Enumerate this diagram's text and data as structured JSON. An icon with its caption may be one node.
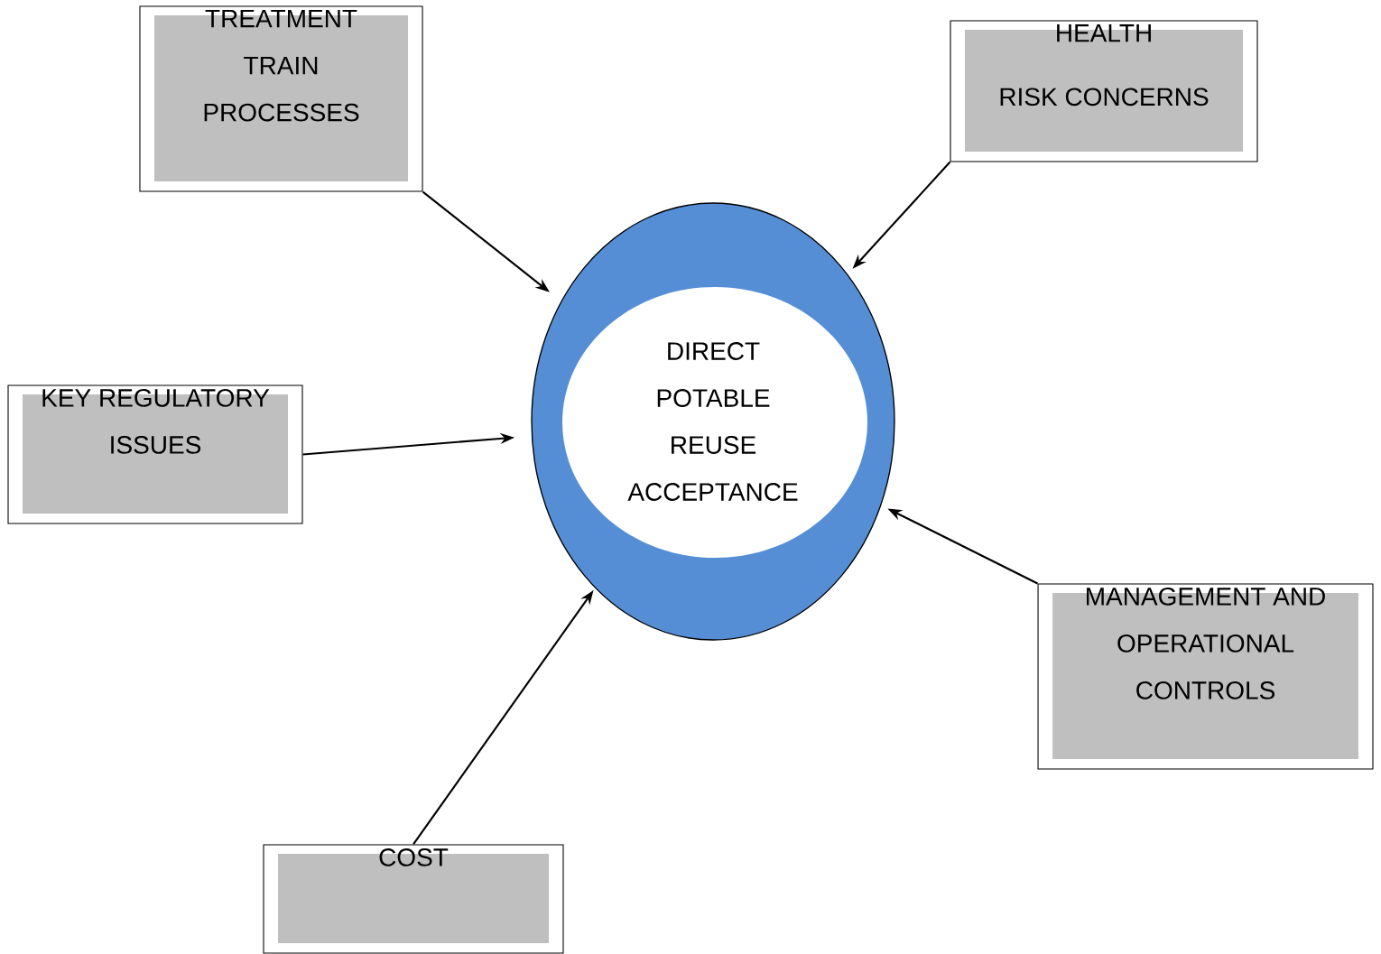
{
  "diagram": {
    "nodes": [
      {
        "text": [
          "TREATMENT TRAIN PROCESSES"
        ]
      },
      {
        "text": [
          "HEALTH",
          "RISK CONCERNS"
        ]
      },
      {
        "text": [
          "KEY REGULATORY ISSUES"
        ]
      },
      {
        "text": [
          "DIRECT POTABLE REUSE ACCEPTANCE"
        ]
      },
      {
        "text": [
          "MANAGEMENT AND OPERATIONAL CONTROLS"
        ]
      },
      {
        "text": [
          "COST"
        ]
      }
    ],
    "edges": [
      {
        "from": 0,
        "to": 3,
        "arrow": "to"
      },
      {
        "from": 1,
        "to": 3,
        "arrow": "to"
      },
      {
        "from": 2,
        "to": 3,
        "arrow": "to"
      },
      {
        "from": 4,
        "to": 3,
        "arrow": "to"
      },
      {
        "from": 5,
        "to": 3,
        "arrow": "to"
      }
    ]
  }
}
